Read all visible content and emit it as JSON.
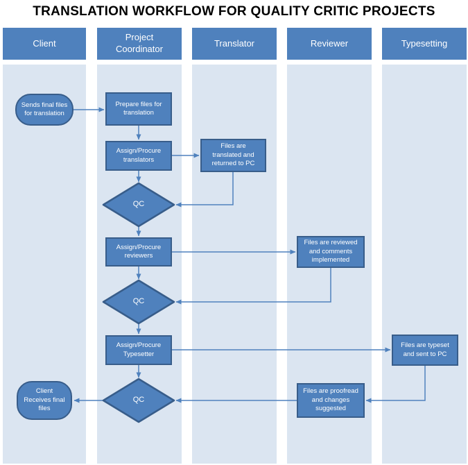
{
  "title": "TRANSLATION WORKFLOW FOR QUALITY CRITIC PROJECTS",
  "lanes": [
    {
      "label": "Client"
    },
    {
      "label": "Project Coordinator"
    },
    {
      "label": "Translator"
    },
    {
      "label": "Reviewer"
    },
    {
      "label": "Typesetting"
    }
  ],
  "nodes": {
    "sends_final_files": "Sends final files for translation",
    "prepare_files": "Prepare files for translation",
    "assign_translators": "Assign/Procure translators",
    "files_translated": "Files are translated and returned to PC",
    "qc1": "QC",
    "assign_reviewers": "Assign/Procure reviewers",
    "files_reviewed": "Files are reviewed and comments implemented",
    "qc2": "QC",
    "assign_typesetter": "Assign/Procure Typesetter",
    "files_typeset": "Files are typeset and sent to PC",
    "qc3": "QC",
    "files_proofread": "Files are proofread and changes suggested",
    "client_receives": "Client Receives final files"
  },
  "colors": {
    "node_fill": "#4F81BD",
    "node_border": "#385D8A",
    "lane_header_fill": "#4F81BD",
    "lane_bg": "#DBE5F1",
    "arrow": "#4F81BD",
    "node_text": "#FFFFFF",
    "title_text": "#000000"
  }
}
